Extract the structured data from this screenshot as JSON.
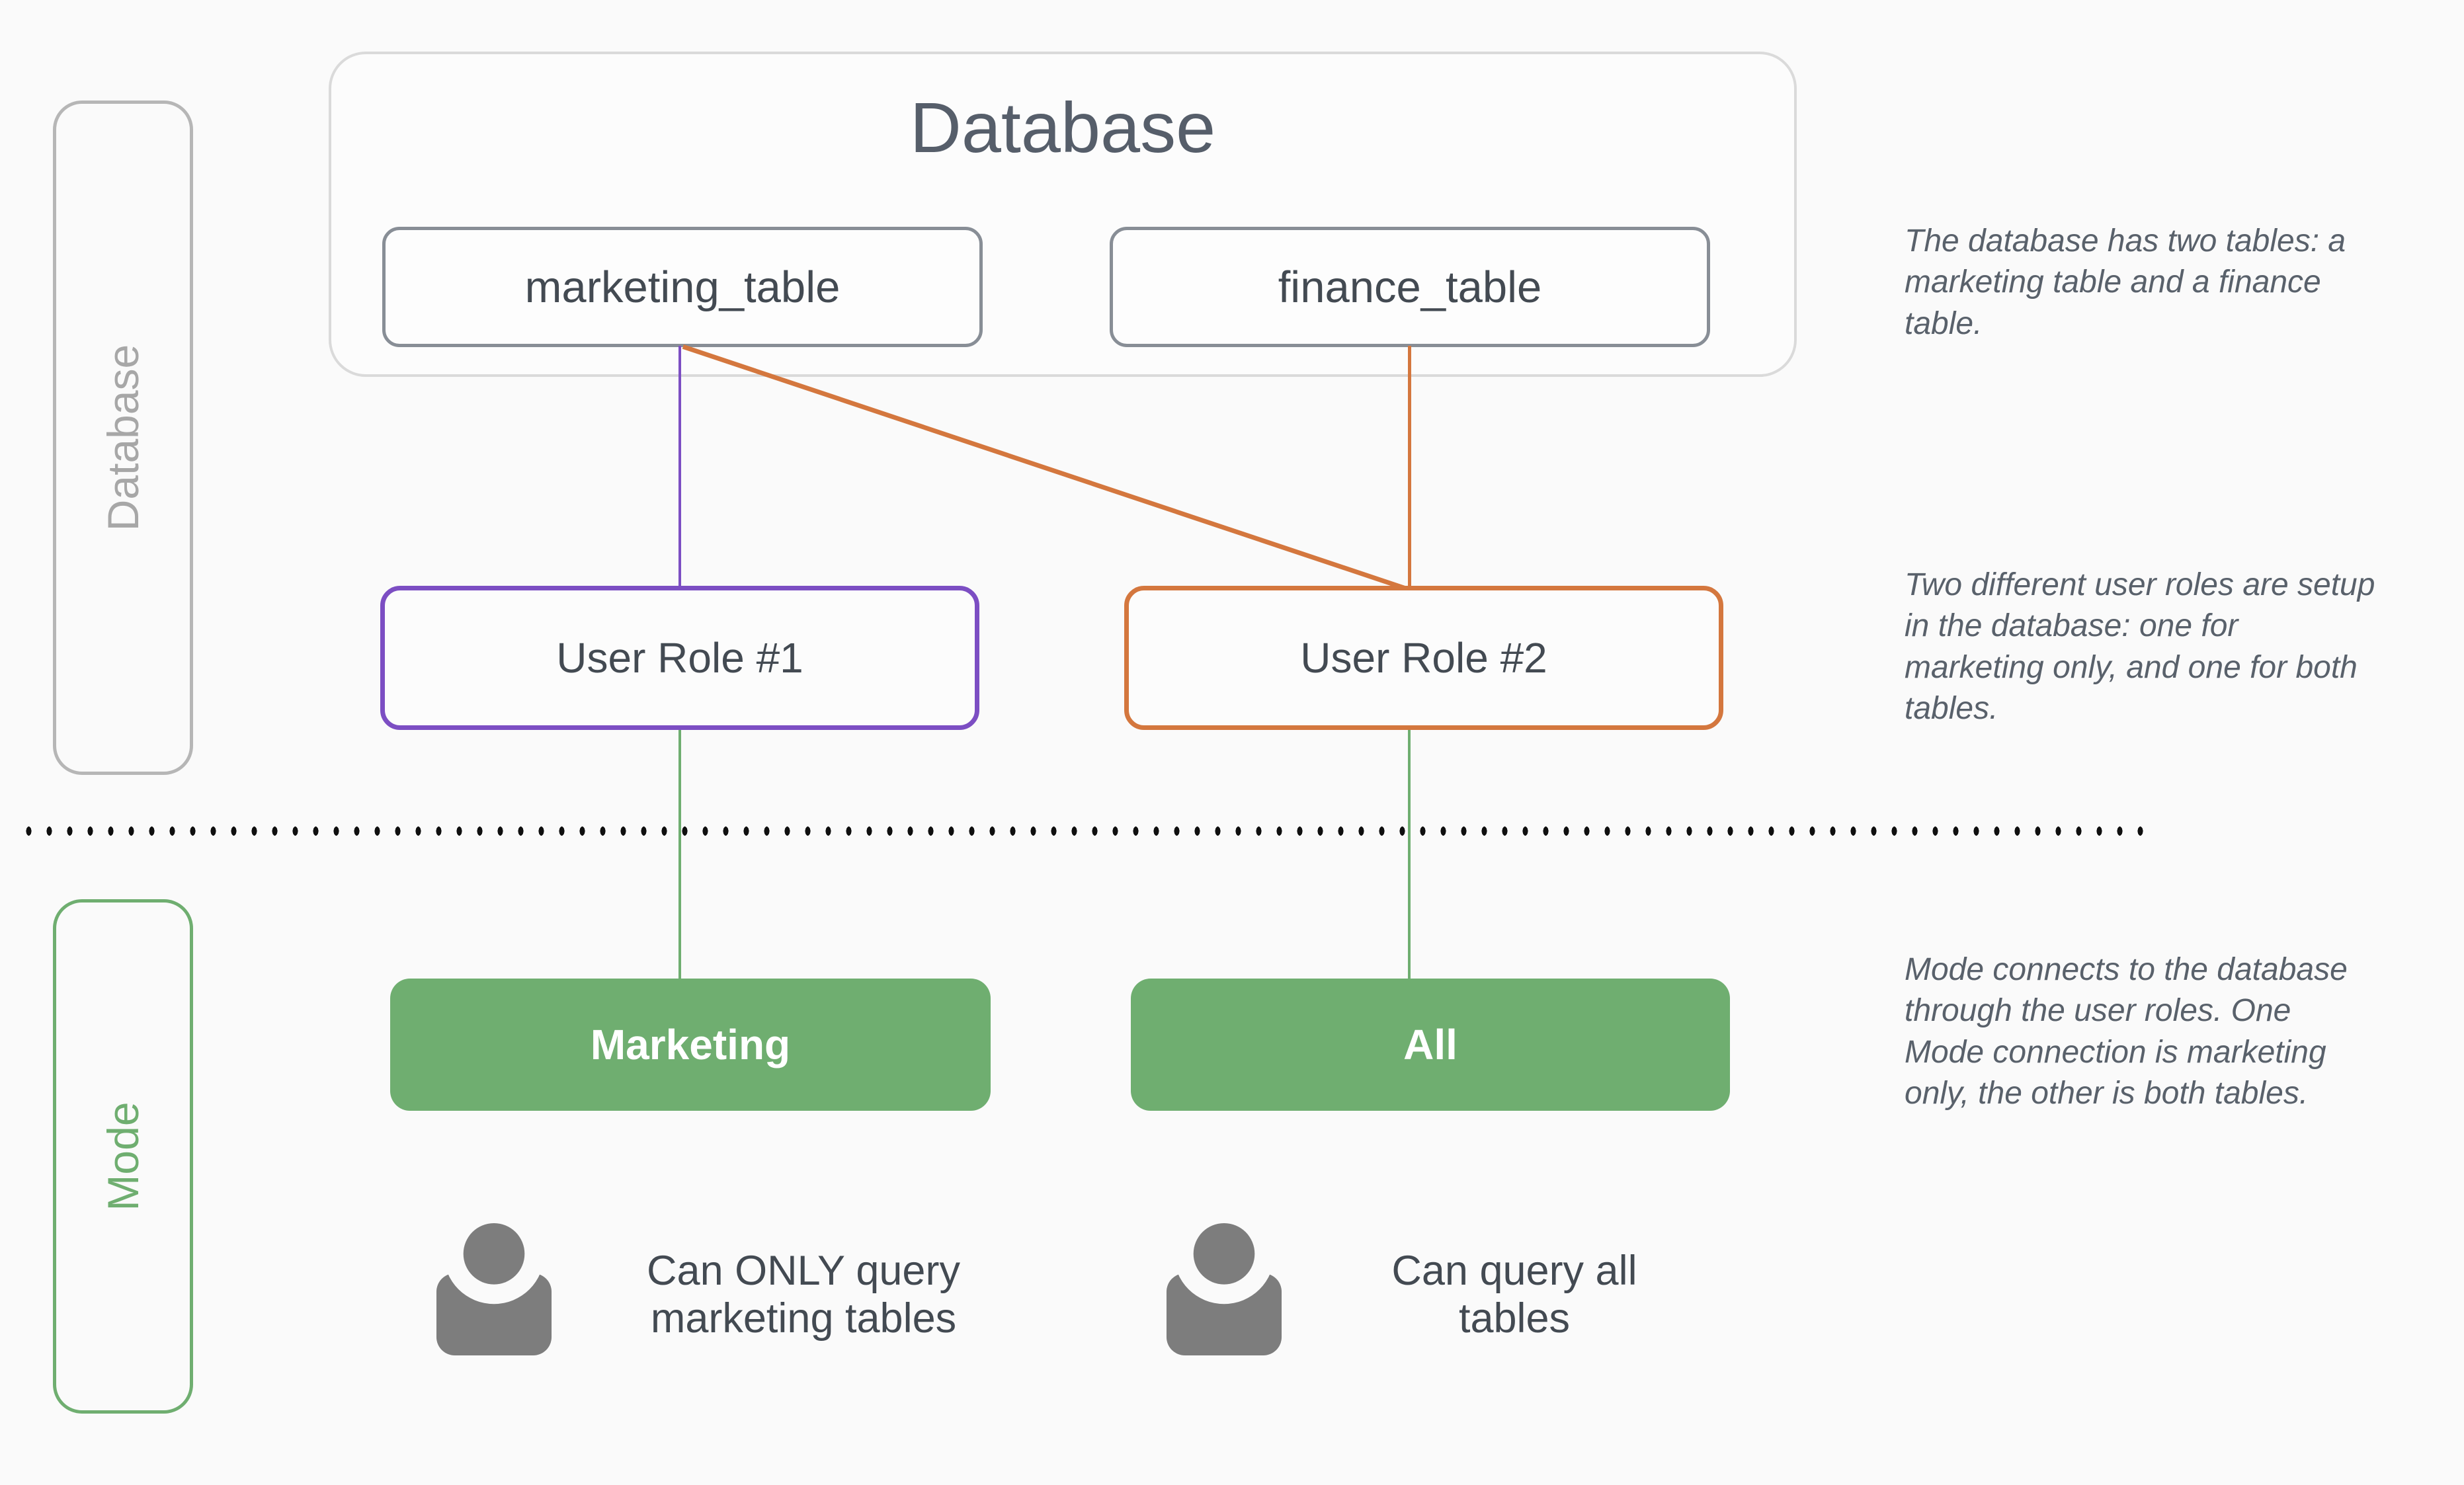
{
  "page": {
    "background": "#fafafa"
  },
  "sidebar": {
    "database_tab": "Database",
    "mode_tab": "Mode"
  },
  "database": {
    "title": "Database",
    "tables": [
      {
        "label": "marketing_table"
      },
      {
        "label": "finance_table"
      }
    ]
  },
  "roles": [
    {
      "label": "User Role #1",
      "accent": "#7c4ec3"
    },
    {
      "label": "User Role #2",
      "accent": "#d4773e"
    }
  ],
  "mode": {
    "buttons": [
      {
        "label": "Marketing"
      },
      {
        "label": "All"
      }
    ],
    "captions": [
      {
        "lines": [
          "Can ONLY query",
          "marketing tables"
        ]
      },
      {
        "lines": [
          "Can query all",
          "tables"
        ]
      }
    ]
  },
  "annotations": [
    {
      "text": "The database has two tables: a\nmarketing table and a finance\ntable."
    },
    {
      "text": "Two different user roles are setup\nin the database: one for\nmarketing only, and one for both\ntables."
    },
    {
      "text": "Mode connects to the database\nthrough the user roles. One\nMode connection is marketing\nonly, the other is both tables."
    }
  ],
  "icons": {
    "person": "person-silhouette-icon"
  },
  "colors": {
    "purple": "#7c4ec3",
    "orange": "#d4773e",
    "green": "#6fae70",
    "box_text_gray": "#434a52",
    "muted_gray": "#a7a7a7",
    "icon_gray": "#7d7d7d",
    "annotation_gray": "#59616b",
    "dot_black": "#0f0f0f"
  }
}
